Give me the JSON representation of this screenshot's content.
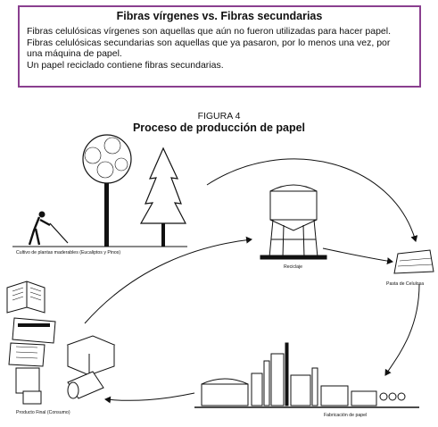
{
  "info": {
    "title": "Fibras vírgenes vs. Fibras secundarias",
    "lines": [
      "Fibras celulósicas vírgenes son aquellas que aún no fueron utilizadas para hacer papel.",
      "Fibras celulósicas secundarias son aquellas que ya pasaron, por lo menos una vez, por",
      "una máquina de papel.",
      "Un papel reciclado contiene fibras secundarias."
    ],
    "border_color": "#8a3f8f"
  },
  "figure": {
    "number": "FIGURA 4",
    "title": "Proceso de producción de papel"
  },
  "stages": {
    "cultivo": "Cultivo de plantas maderables (Eucaliptos y Pinos)",
    "pasta": "Pasta de Celulosa",
    "fabricacion": "Fabricación de papel",
    "producto": "Producto Final (Consumo)",
    "reciclaje": "Reciclaje"
  }
}
